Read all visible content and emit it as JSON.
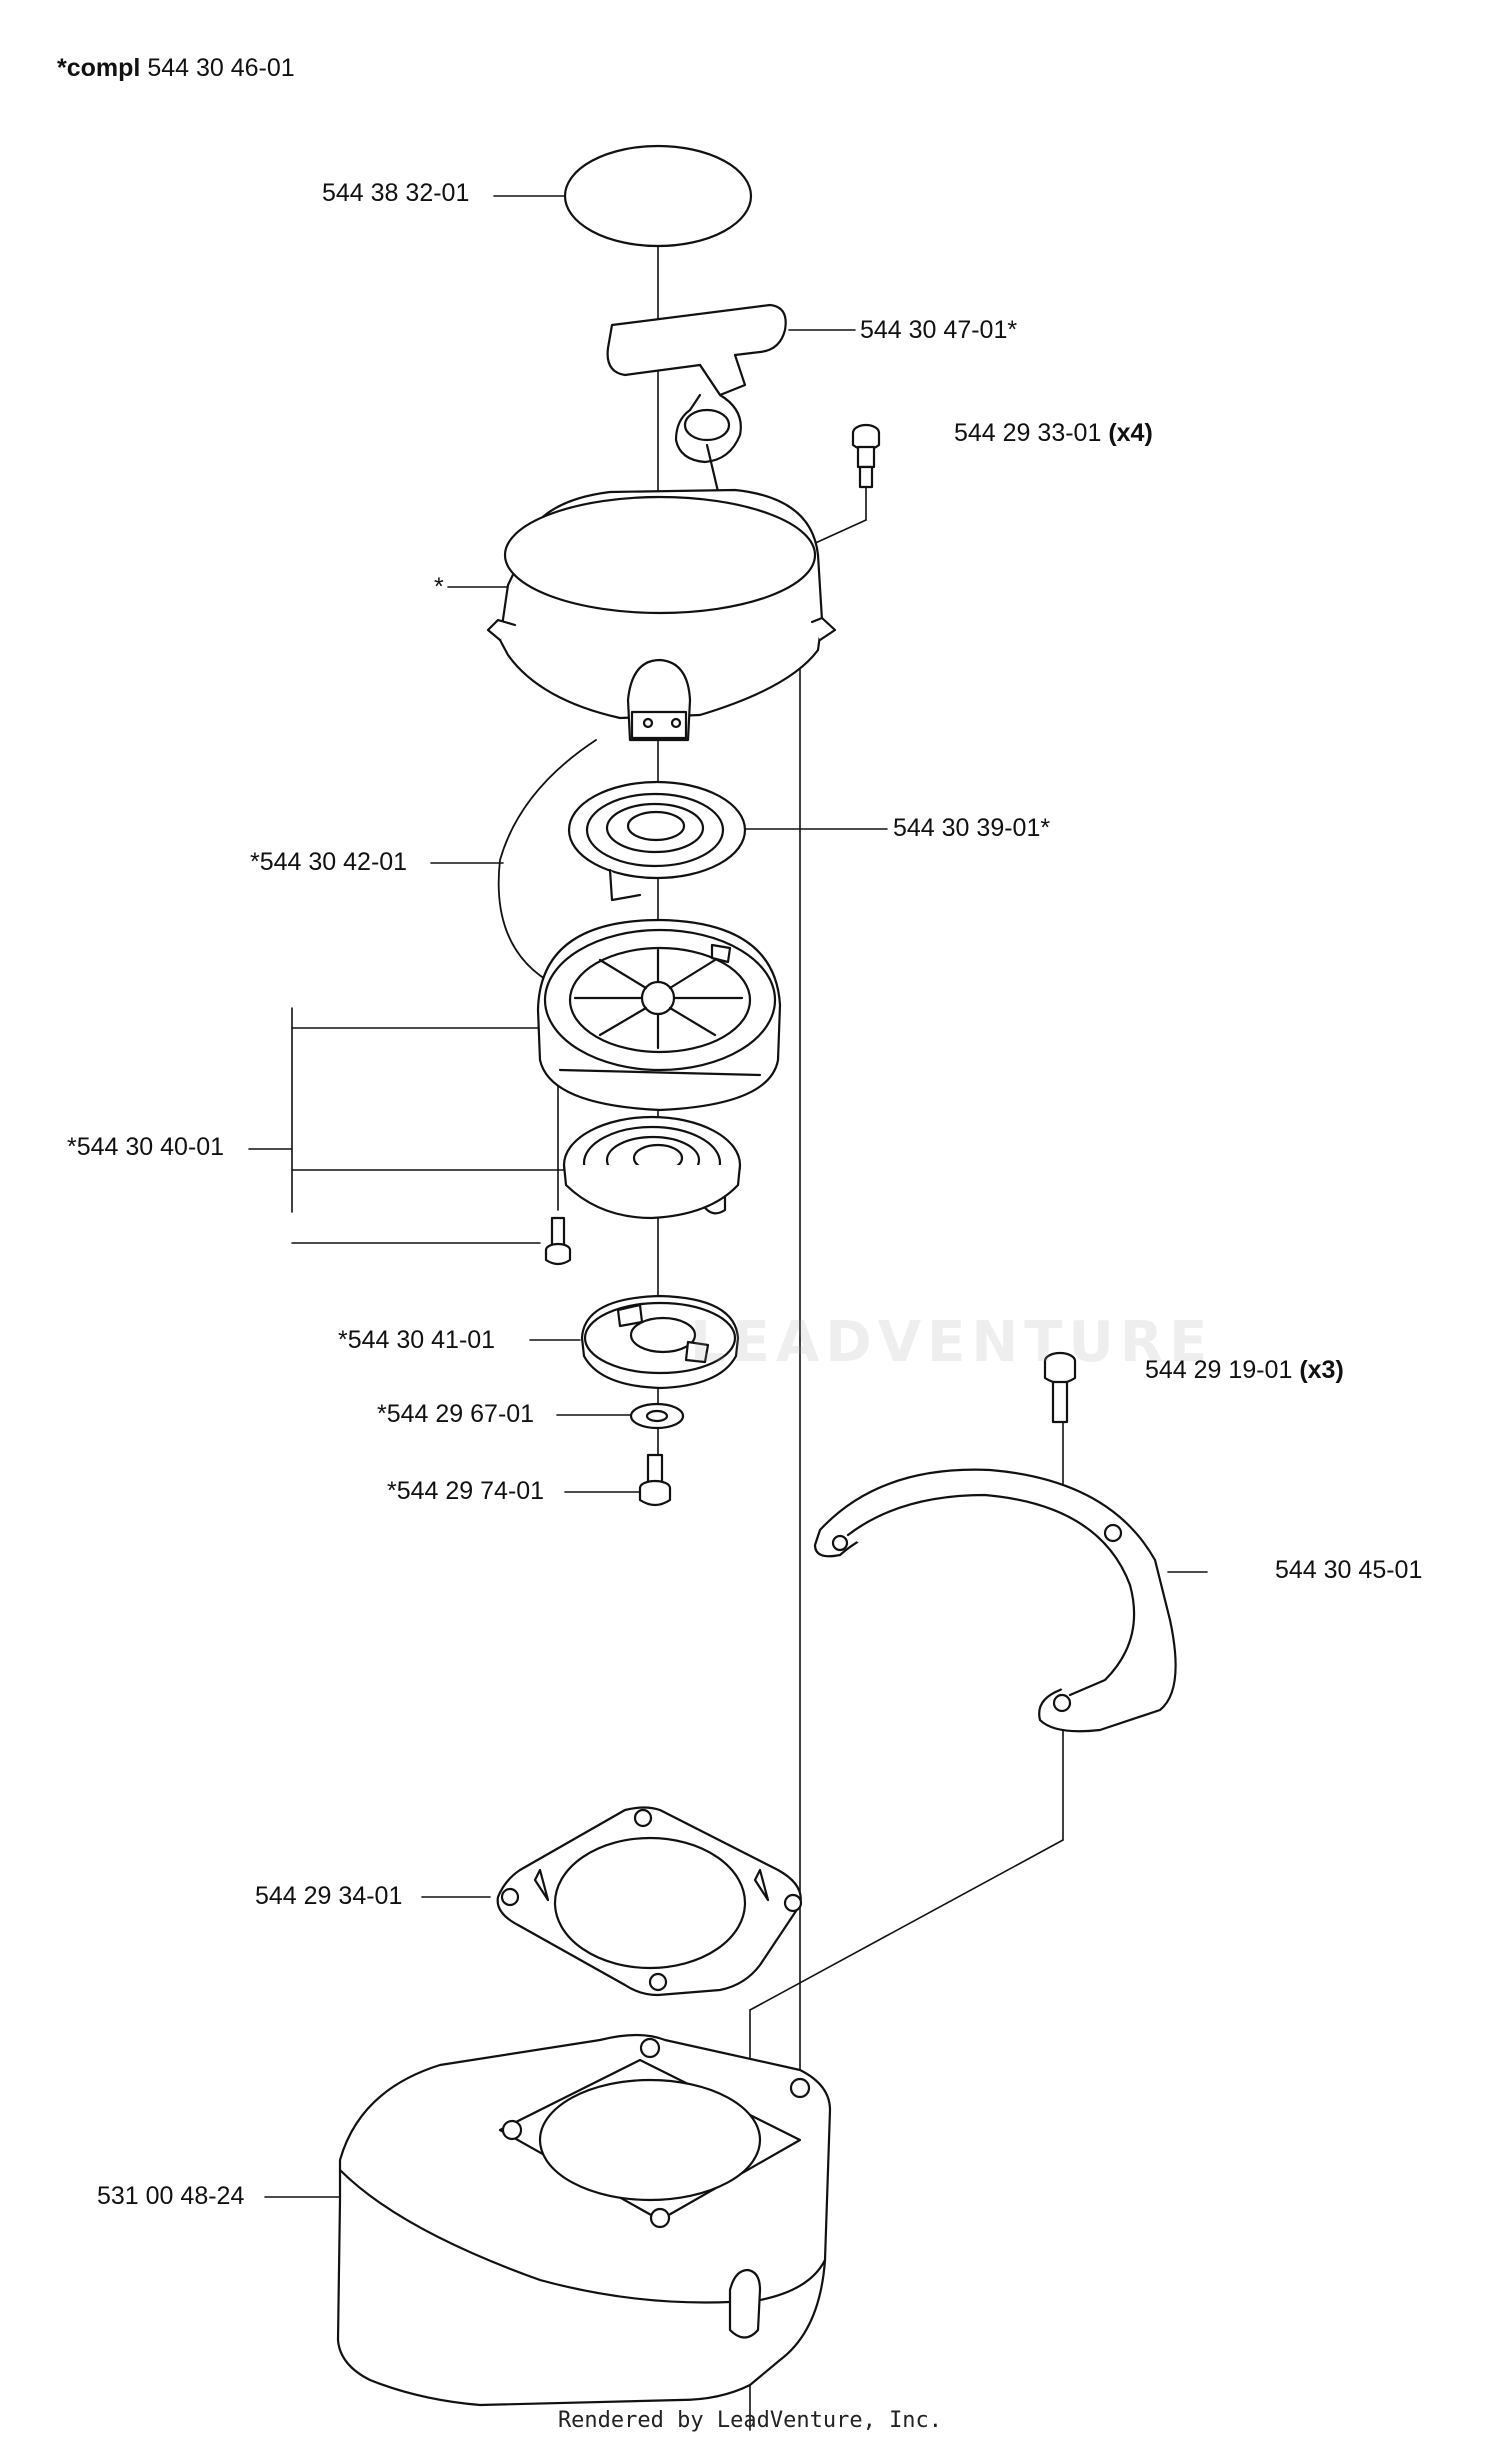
{
  "header": {
    "prefix": "*compl",
    "number": "544 30 46-01"
  },
  "watermark": "LEADVENTURE",
  "footer": "Rendered by LeadVenture, Inc.",
  "colors": {
    "line": "#111111",
    "watermark": "#a0a0a0"
  },
  "parts": [
    {
      "id": "cap",
      "text": "544 38 32-01",
      "qty": ""
    },
    {
      "id": "handle",
      "text": "544 30 47-01*",
      "qty": ""
    },
    {
      "id": "screw-top",
      "text": "544 29 33-01",
      "qty": "(x4)"
    },
    {
      "id": "housing",
      "text": "*",
      "qty": ""
    },
    {
      "id": "spring",
      "text": "544 30 39-01*",
      "qty": ""
    },
    {
      "id": "rope",
      "text": "*544 30 42-01",
      "qty": ""
    },
    {
      "id": "pulley-kit",
      "text": "*544 30 40-01",
      "qty": ""
    },
    {
      "id": "hub",
      "text": "*544 30 41-01",
      "qty": ""
    },
    {
      "id": "washer",
      "text": "*544 29 67-01",
      "qty": ""
    },
    {
      "id": "screw-center",
      "text": "*544 29 74-01",
      "qty": ""
    },
    {
      "id": "screw-guard",
      "text": "544 29 19-01",
      "qty": "(x3)"
    },
    {
      "id": "guard",
      "text": "544 30 45-01",
      "qty": ""
    },
    {
      "id": "gasket",
      "text": "544 29 34-01",
      "qty": ""
    },
    {
      "id": "fan-cover",
      "text": "531 00 48-24",
      "qty": ""
    }
  ]
}
